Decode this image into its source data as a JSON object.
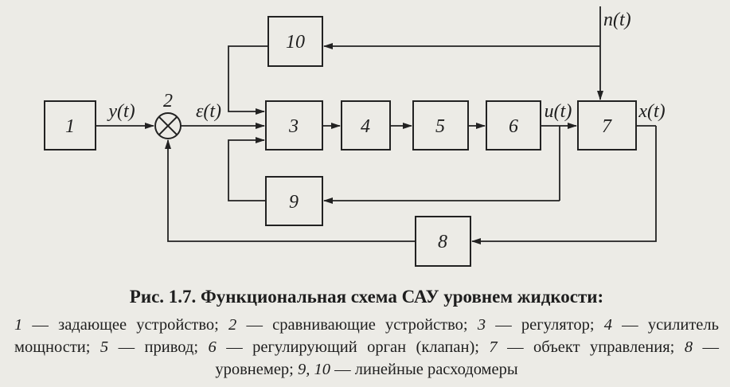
{
  "diagram": {
    "blocks": {
      "b1": "1",
      "b3": "3",
      "b4": "4",
      "b5": "5",
      "b6": "6",
      "b7": "7",
      "b8": "8",
      "b9": "9",
      "b10": "10"
    },
    "comparator_label": "2",
    "signals": {
      "y": "y(t)",
      "eps": "ε(t)",
      "u": "u(t)",
      "x": "x(t)",
      "n": "n(t)"
    }
  },
  "caption": {
    "title": "Рис. 1.7. Функциональная схема САУ уровнем жидкости:",
    "legend": [
      {
        "num": "1",
        "text": " — задающее устройство; "
      },
      {
        "num": "2",
        "text": " — сравнивающие устройство; "
      },
      {
        "num": "3",
        "text": " — регулятор; "
      },
      {
        "num": "4",
        "text": " — усилитель мощности; "
      },
      {
        "num": "5",
        "text": " — привод; "
      },
      {
        "num": "6",
        "text": " — регулирующий орган (клапан); "
      },
      {
        "num": "7",
        "text": " — объект управления; "
      },
      {
        "num": "8",
        "text": " — уровнемер; "
      },
      {
        "num": "9, 10",
        "text": " — линейные расходомеры"
      }
    ]
  }
}
